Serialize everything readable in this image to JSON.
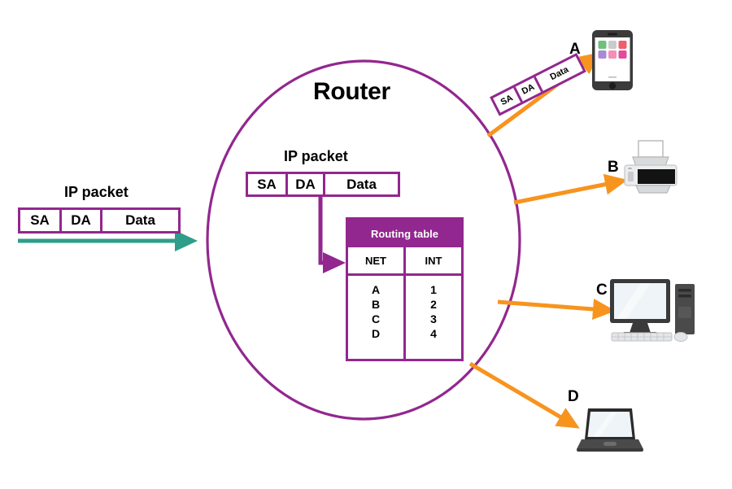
{
  "diagram": {
    "title": "Router",
    "colors": {
      "purple": "#92278f",
      "orange": "#f7941e",
      "teal": "#2e9e8a",
      "black": "#000000",
      "white": "#ffffff"
    }
  },
  "packet_left": {
    "caption": "IP packet",
    "fields": [
      "SA",
      "DA",
      "Data"
    ]
  },
  "packet_inner": {
    "caption": "IP packet",
    "fields": [
      "SA",
      "DA",
      "Data"
    ]
  },
  "packet_out": {
    "fields": [
      "SA",
      "DA",
      "Data"
    ]
  },
  "routing_table": {
    "title": "Routing table",
    "columns": [
      "NET",
      "INT"
    ],
    "rows": [
      [
        "A",
        "1"
      ],
      [
        "B",
        "2"
      ],
      [
        "C",
        "3"
      ],
      [
        "D",
        "4"
      ]
    ]
  },
  "devices": [
    {
      "letter": "A",
      "kind": "tablet-icon"
    },
    {
      "letter": "B",
      "kind": "printer-icon"
    },
    {
      "letter": "C",
      "kind": "desktop-computer-icon"
    },
    {
      "letter": "D",
      "kind": "laptop-icon"
    }
  ]
}
